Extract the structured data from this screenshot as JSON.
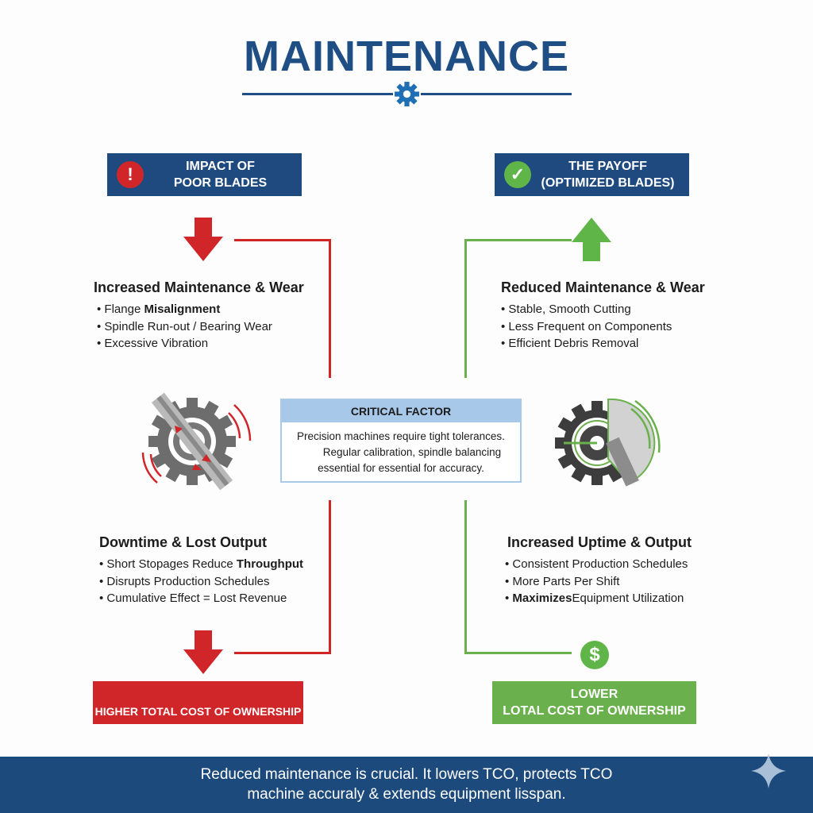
{
  "title": "MAINTENANCE",
  "left_header": {
    "line1": "IMPACT OF",
    "line2": "POOR BLADES",
    "icon": "exclamation-icon",
    "badge": "!"
  },
  "right_header": {
    "line1": "THE PAYOFF",
    "line2": "(OPTIMIZED BLADES)",
    "icon": "check-icon",
    "badge": "✓"
  },
  "left_top": {
    "heading": "Increased Maintenance & Wear",
    "bullets": [
      {
        "normal": "Flange ",
        "bold": "Misalignment"
      },
      {
        "normal": "Spindle Run-out / Bearing Wear"
      },
      {
        "normal": "Excessive Vibration"
      }
    ]
  },
  "right_top": {
    "heading": "Reduced Maintenance & Wear",
    "bullets": [
      "Stable, Smooth Cutting",
      "Less Frequent on Components",
      "Efficient Debris Removal"
    ]
  },
  "critical": {
    "heading": "CRITICAL FACTOR",
    "line1": "Precision machines require tight tolerances.",
    "line2": "Regular calibration, spindle balancing",
    "line3": "essential for essential for accuracy."
  },
  "left_bottom": {
    "heading": "Downtime & Lost Output",
    "bullets": [
      {
        "normal": "Short Stopages Reduce ",
        "bold": "Throughput"
      },
      {
        "normal": "Disrupts Production Schedules"
      },
      {
        "normal": "Cumulative Effect = Lost Revenue"
      }
    ]
  },
  "right_bottom": {
    "heading": "Increased Uptime & Output",
    "bullets": [
      {
        "normal": "Consistent Production Schedules"
      },
      {
        "normal": "More Parts Per Shift"
      },
      {
        "bold": "Maximizes",
        "normal": "Equipment Utilization"
      }
    ]
  },
  "left_result": "HIGHER TOTAL COST OF OWNERSHIP",
  "right_result": {
    "line1": "LOWER",
    "line2": "LOTAL COST OF OWNERSHIP"
  },
  "dollar": "$",
  "footer": {
    "line1": "Reduced maintenance is crucial. It lowers TCO, protects TCO",
    "line2": "machine accuraly & extends equipment lisspan."
  },
  "colors": {
    "navy": "#1e4a80",
    "red": "#d0262a",
    "green": "#6ab04c",
    "light_blue": "#a7c8e8"
  }
}
